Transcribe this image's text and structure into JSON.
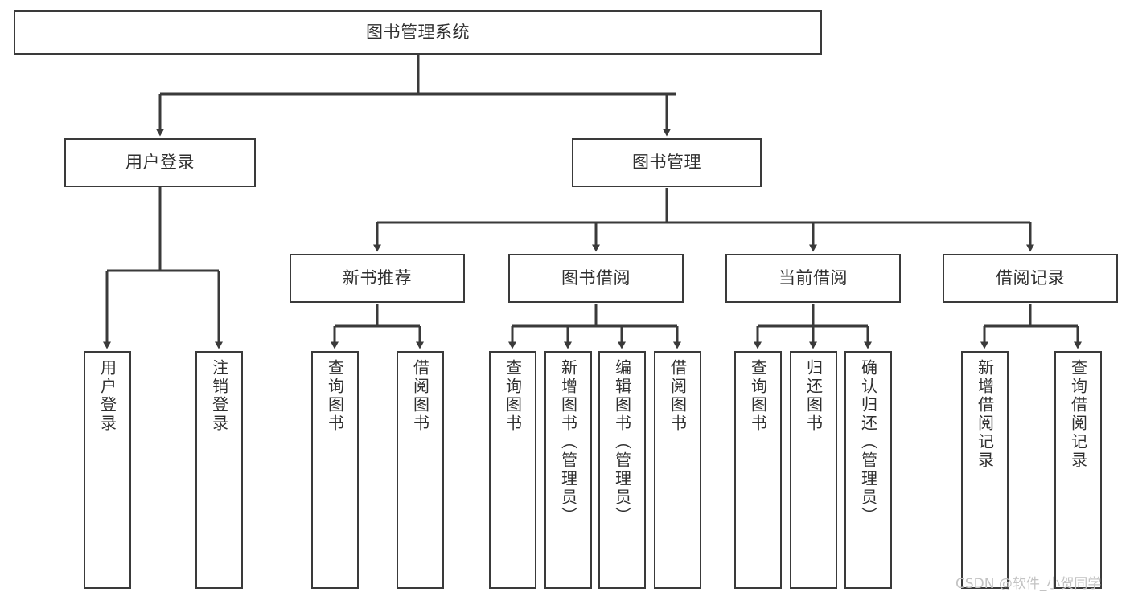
{
  "diagram": {
    "title": "图书管理系统",
    "watermark": "CSDN @软件_小贺同学",
    "line_color": "#3a3a3a",
    "text_color": "#2f2f2f",
    "background": "#ffffff",
    "watermark_color": "#c3c3c3",
    "type": "tree-hierarchy-diagram",
    "root": {
      "label": "图书管理系统"
    },
    "level2": [
      {
        "label": "用户登录"
      },
      {
        "label": "图书管理"
      }
    ],
    "level3": [
      {
        "label": "新书推荐"
      },
      {
        "label": "图书借阅"
      },
      {
        "label": "当前借阅"
      },
      {
        "label": "借阅记录"
      }
    ],
    "leaves": {
      "user_login": [
        {
          "label": "用户登录"
        },
        {
          "label": "注销登录"
        }
      ],
      "new_book_recommend": [
        {
          "label": "查询图书"
        },
        {
          "label": "借阅图书"
        }
      ],
      "book_borrow": [
        {
          "label": "查询图书"
        },
        {
          "label": "新增图书（管理员）"
        },
        {
          "label": "编辑图书（管理员）"
        },
        {
          "label": "借阅图书"
        }
      ],
      "current_borrow": [
        {
          "label": "查询图书"
        },
        {
          "label": "归还图书"
        },
        {
          "label": "确认归还（管理员）"
        }
      ],
      "borrow_record": [
        {
          "label": "新增借阅记录"
        },
        {
          "label": "查询借阅记录"
        }
      ]
    }
  }
}
